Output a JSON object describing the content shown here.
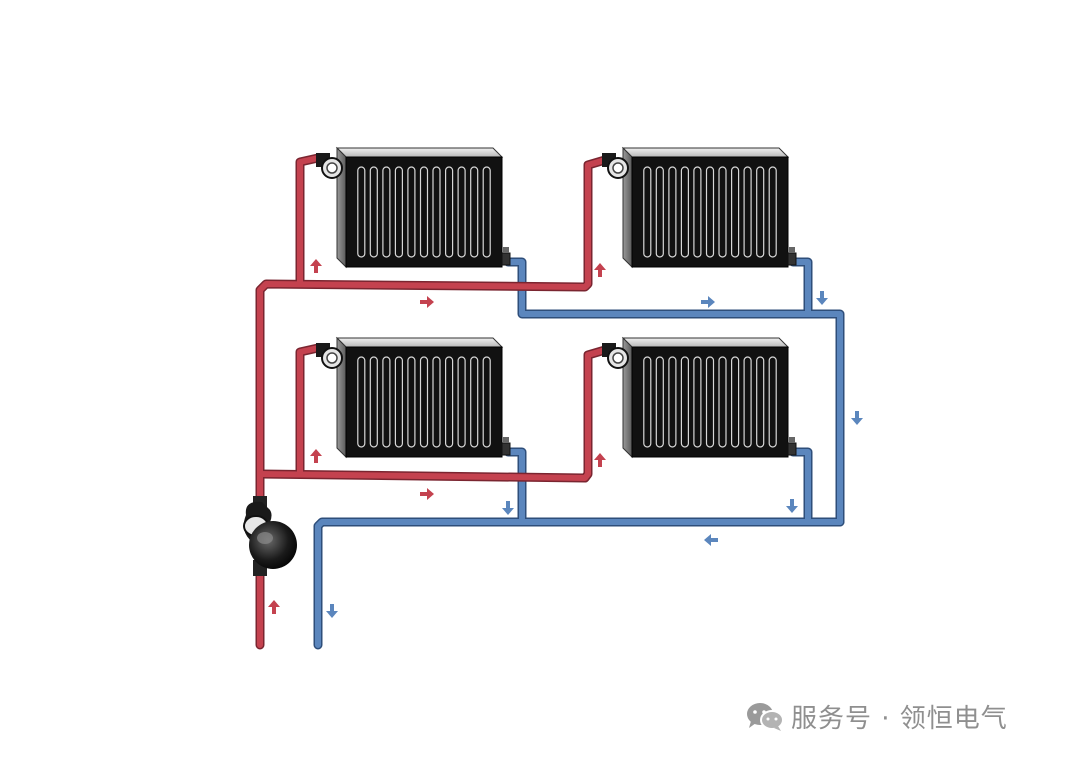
{
  "watermark": {
    "text": "服务号 · 领恒电气",
    "icon": "wechat-icon"
  },
  "colors": {
    "supply": "#c4424f",
    "return": "#5b86bd",
    "radiator": "#111111",
    "radiator_side": "#7a7a7a",
    "radiator_top": "#d8d8d8",
    "background": "#ffffff"
  },
  "components": {
    "radiators": 4,
    "pump": 1,
    "radiator_columns": 11
  }
}
